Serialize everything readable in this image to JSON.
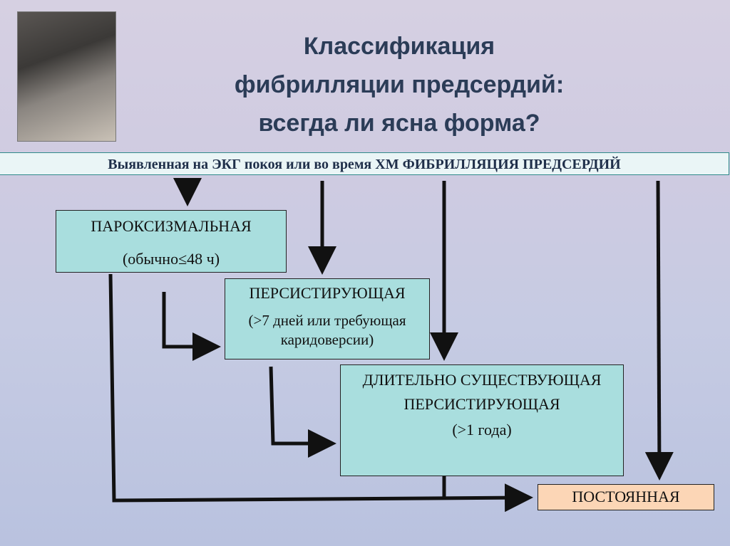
{
  "title": {
    "line1": "Классификация",
    "line2": "фибрилляции предсердий:",
    "line3": "всегда ли ясна форма?"
  },
  "banner": "Выявленная на ЭКГ покоя или во время ХМ ФИБРИЛЛЯЦИЯ ПРЕДСЕРДИЙ",
  "boxes": {
    "paroxysmal": {
      "title": "ПАРОКСИЗМАЛЬНАЯ",
      "sub": "(обычно≤48 ч)"
    },
    "persistent": {
      "title": "ПЕРСИСТИРУЮЩАЯ",
      "sub": "(>7 дней или требующая каридоверсии)"
    },
    "long_persistent": {
      "title": "ДЛИТЕЛЬНО СУЩЕСТВУЮЩАЯ ПЕРСИСТИРУЮЩАЯ",
      "sub": "(>1 года)"
    },
    "permanent": {
      "title": "ПОСТОЯННАЯ"
    }
  },
  "colors": {
    "box_fill": "#a9dede",
    "permanent_fill": "#fcd6b6",
    "title": "#2b3c57"
  }
}
